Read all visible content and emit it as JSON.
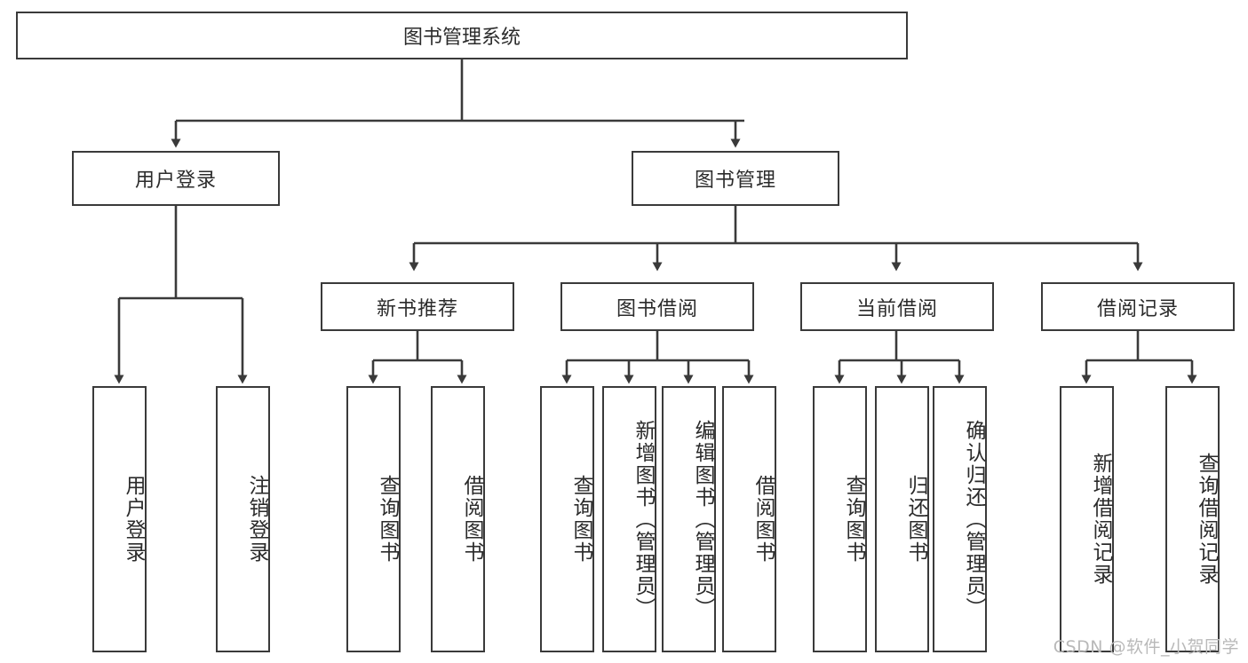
{
  "diagram": {
    "title": "图书管理系统",
    "type": "tree",
    "watermark": "CSDN @软件_小贺同学",
    "colors": {
      "box_border": "#3a3a3a",
      "box_fill": "#ffffff",
      "connector": "#3a3a3a",
      "text": "#2b2b2b",
      "watermark": "#b9b9b9"
    },
    "nodes": {
      "root": {
        "label": "图书管理系统"
      },
      "level2": [
        {
          "id": "user-login",
          "label": "用户登录"
        },
        {
          "id": "book-manage",
          "label": "图书管理"
        }
      ],
      "level3": [
        {
          "id": "new-book-recommend",
          "label": "新书推荐"
        },
        {
          "id": "book-borrow",
          "label": "图书借阅"
        },
        {
          "id": "current-borrow",
          "label": "当前借阅"
        },
        {
          "id": "borrow-record",
          "label": "借阅记录"
        }
      ],
      "leaves": {
        "user-login": [
          {
            "id": "leaf-user-login",
            "label": "用户登录"
          },
          {
            "id": "leaf-user-logout",
            "label": "注销登录"
          }
        ],
        "new-book-recommend": [
          {
            "id": "leaf-query-book-1",
            "label": "查询图书"
          },
          {
            "id": "leaf-borrow-book-1",
            "label": "借阅图书"
          }
        ],
        "book-borrow": [
          {
            "id": "leaf-query-book-2",
            "label": "查询图书"
          },
          {
            "id": "leaf-add-book",
            "label": "新增图书（管理员）"
          },
          {
            "id": "leaf-edit-book",
            "label": "编辑图书（管理员）"
          },
          {
            "id": "leaf-borrow-book-2",
            "label": "借阅图书"
          }
        ],
        "current-borrow": [
          {
            "id": "leaf-query-book-3",
            "label": "查询图书"
          },
          {
            "id": "leaf-return-book",
            "label": "归还图书"
          },
          {
            "id": "leaf-confirm-return",
            "label": "确认归还（管理员）"
          }
        ],
        "borrow-record": [
          {
            "id": "leaf-add-record",
            "label": "新增借阅记录"
          },
          {
            "id": "leaf-query-record",
            "label": "查询借阅记录"
          }
        ]
      }
    }
  }
}
